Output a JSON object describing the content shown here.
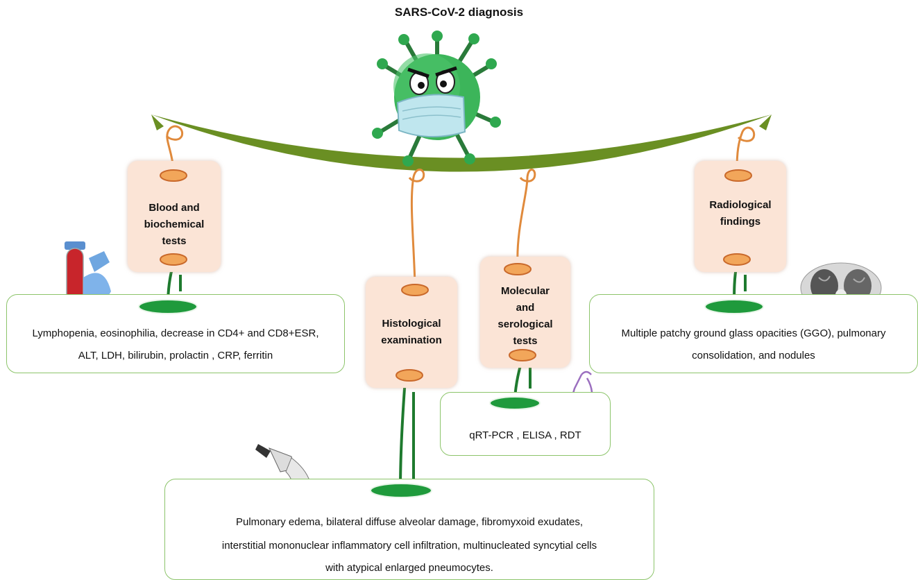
{
  "title": "SARS-CoV-2 diagnosis",
  "categories": [
    {
      "label_lines": [
        "Blood and",
        "biochemical",
        "tests"
      ],
      "finding_lines": [
        "Lymphopenia, eosinophilia, decrease in CD4+ and CD8+ESR,",
        "ALT, LDH, bilirubin, prolactin , CRP, ferritin"
      ],
      "icon": "blood-tube-microscope-icon"
    },
    {
      "label_lines": [
        "Histological",
        "examination"
      ],
      "finding_lines": [
        "Pulmonary edema, bilateral diffuse alveolar damage, fibromyxoid exudates,",
        "interstitial mononuclear inflammatory cell infiltration, multinucleated syncytial cells",
        "with atypical enlarged pneumocytes."
      ],
      "icon": "microscope-icon"
    },
    {
      "label_lines": [
        "Molecular",
        "and",
        "serological",
        "tests"
      ],
      "finding_lines": [
        "qRT-PCR , ELISA , RDT"
      ],
      "icon": "pipette-hand-icon"
    },
    {
      "label_lines": [
        "Radiological",
        "findings"
      ],
      "finding_lines": [
        "Multiple patchy ground glass opacities (GGO), pulmonary",
        "consolidation, and nodules"
      ],
      "icon": "chest-ct-scan-icon"
    }
  ],
  "colors": {
    "branch": "#6a8f23",
    "tag_fill": "#fbe4d6",
    "hook": "#e08a3c",
    "stem": "#1e7a2e",
    "box_border": "#8cc46a",
    "virus": "#2fa84f"
  }
}
